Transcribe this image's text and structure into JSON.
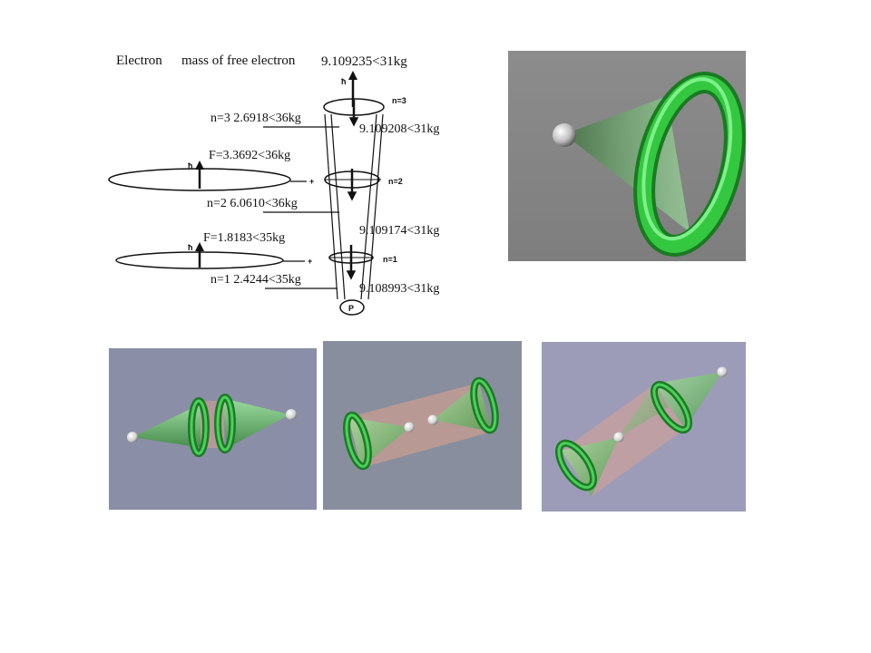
{
  "diagram": {
    "title_electron": "Electron",
    "title_mass": "mass of free electron",
    "mass_top": "9.109235<31kg",
    "n3_label": "n=3",
    "n3_value": "n=3 2.6918<36kg",
    "mass_n3": "9.109208<31kg",
    "force_n3": "F=3.3692<36kg",
    "n2_label": "n=2",
    "n2_value": "n=2  6.0610<36kg",
    "mass_n2": "9.109174<31kg",
    "force_n2": "F=1.8183<35kg",
    "n1_label": "n=1",
    "n1_value": "n=1  2.4244<35kg",
    "mass_n1": "9.108993<31kg",
    "proton_label": "P",
    "h_symbol": "ħ"
  },
  "colors": {
    "torus_green": "#2fbf3f",
    "cone_green": "#7fd37f",
    "cylinder_pink": "#e8a48a",
    "sphere_white": "#f2f2f2"
  }
}
